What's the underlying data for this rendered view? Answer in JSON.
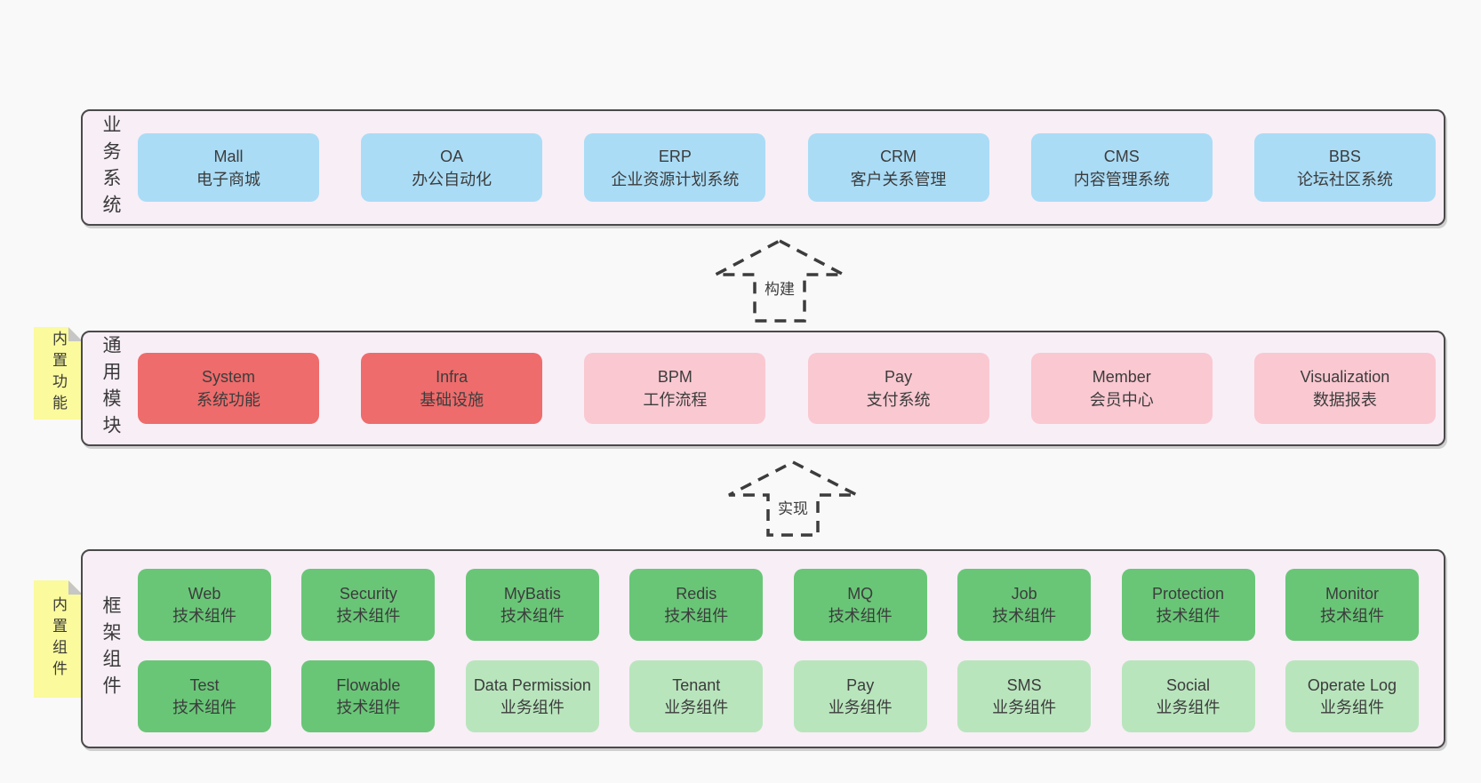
{
  "colors": {
    "page_bg": "#f9f9f9",
    "layer_bg": "#f8eef6",
    "layer_border": "#4a4a4a",
    "business_box": "#aadcf6",
    "core_module_box": "#ee6c6c",
    "optional_module_box": "#fac8d1",
    "tech_component_box": "#69c677",
    "biz_component_box": "#b9e5bd",
    "sticky_note": "#fbfa9d",
    "note_fold": "#c6c6c6",
    "text": "#3c3c3c"
  },
  "arrows": [
    {
      "label": "构建"
    },
    {
      "label": "实现"
    }
  ],
  "layers": [
    {
      "label": "业务系统",
      "boxes": [
        {
          "name": "Mall",
          "desc": "电子商城",
          "variant": "blue"
        },
        {
          "name": "OA",
          "desc": "办公自动化",
          "variant": "blue"
        },
        {
          "name": "ERP",
          "desc": "企业资源计划系统",
          "variant": "blue"
        },
        {
          "name": "CRM",
          "desc": "客户关系管理",
          "variant": "blue"
        },
        {
          "name": "CMS",
          "desc": "内容管理系统",
          "variant": "blue"
        },
        {
          "name": "BBS",
          "desc": "论坛社区系统",
          "variant": "blue"
        }
      ]
    },
    {
      "label": "通用模块",
      "note": "内置功能",
      "boxes": [
        {
          "name": "System",
          "desc": "系统功能",
          "variant": "red"
        },
        {
          "name": "Infra",
          "desc": "基础设施",
          "variant": "red"
        },
        {
          "name": "BPM",
          "desc": "工作流程",
          "variant": "pink"
        },
        {
          "name": "Pay",
          "desc": "支付系统",
          "variant": "pink"
        },
        {
          "name": "Member",
          "desc": "会员中心",
          "variant": "pink"
        },
        {
          "name": "Visualization",
          "desc": "数据报表",
          "variant": "pink"
        }
      ]
    },
    {
      "label": "框架组件",
      "note": "内置组件",
      "rows": [
        [
          {
            "name": "Web",
            "desc": "技术组件",
            "variant": "green"
          },
          {
            "name": "Security",
            "desc": "技术组件",
            "variant": "green"
          },
          {
            "name": "MyBatis",
            "desc": "技术组件",
            "variant": "green"
          },
          {
            "name": "Redis",
            "desc": "技术组件",
            "variant": "green"
          },
          {
            "name": "MQ",
            "desc": "技术组件",
            "variant": "green"
          },
          {
            "name": "Job",
            "desc": "技术组件",
            "variant": "green"
          },
          {
            "name": "Protection",
            "desc": "技术组件",
            "variant": "green"
          },
          {
            "name": "Monitor",
            "desc": "技术组件",
            "variant": "green"
          }
        ],
        [
          {
            "name": "Test",
            "desc": "技术组件",
            "variant": "green"
          },
          {
            "name": "Flowable",
            "desc": "技术组件",
            "variant": "green"
          },
          {
            "name": "Data Permission",
            "desc": "业务组件",
            "variant": "lightgreen"
          },
          {
            "name": "Tenant",
            "desc": "业务组件",
            "variant": "lightgreen"
          },
          {
            "name": "Pay",
            "desc": "业务组件",
            "variant": "lightgreen"
          },
          {
            "name": "SMS",
            "desc": "业务组件",
            "variant": "lightgreen"
          },
          {
            "name": "Social",
            "desc": "业务组件",
            "variant": "lightgreen"
          },
          {
            "name": "Operate Log",
            "desc": "业务组件",
            "variant": "lightgreen"
          }
        ]
      ]
    }
  ]
}
